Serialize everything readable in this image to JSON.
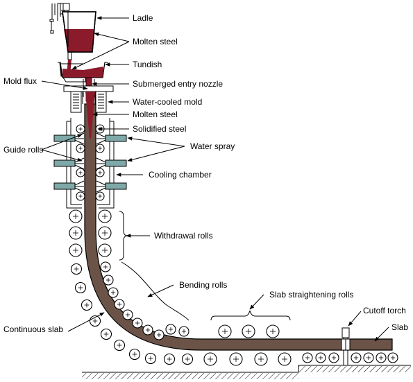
{
  "labels": {
    "ladle": "Ladle",
    "molten_steel_top": "Molten steel",
    "tundish": "Tundish",
    "mold_flux": "Mold flux",
    "submerged_entry_nozzle": "Submerged entry nozzle",
    "water_cooled_mold": "Water-cooled mold",
    "molten_steel_mold": "Molten steel",
    "solidified_steel": "Solidified steel",
    "guide_rolls": "Guide rolls",
    "water_spray": "Water spray",
    "cooling_chamber": "Cooling chamber",
    "withdrawal_rolls": "Withdrawal rolls",
    "bending_rolls": "Bending rolls",
    "slab_straightening_rolls": "Slab straightening rolls",
    "cutoff_torch": "Cutoff torch",
    "continuous_slab": "Continuous slab",
    "slab": "Slab"
  },
  "colors": {
    "molten_steel": "#8B1A2B",
    "slab": "#6B5347",
    "spray_block": "#7FA9A9",
    "outline": "#000000"
  }
}
